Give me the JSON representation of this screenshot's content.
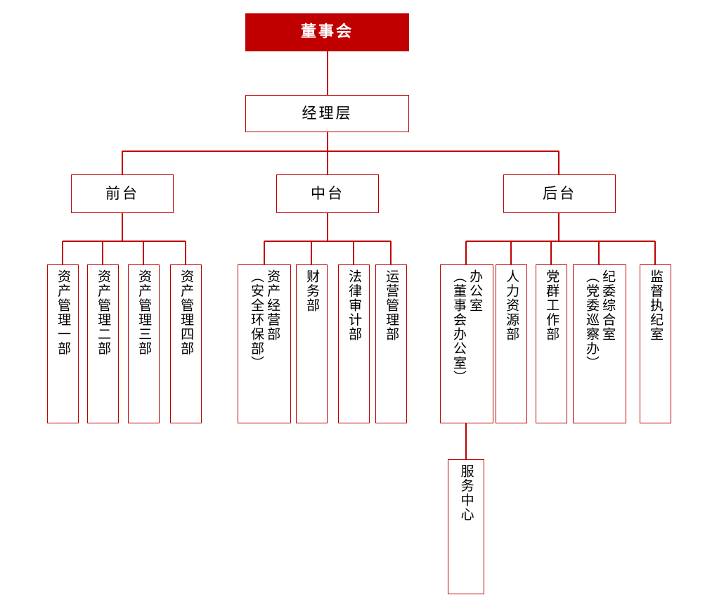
{
  "diagram": {
    "title_text": "董事会",
    "colors": {
      "accent_red": "#C00000",
      "box_border": "#C00000",
      "box_fill": "#FFFFFF",
      "root_text": "#FFFFFF",
      "node_text": "#000000",
      "background": "#FFFFFF"
    },
    "levels": {
      "root": {
        "label": "董事会"
      },
      "management": {
        "label": "经理层"
      },
      "groups": [
        {
          "label": "前台"
        },
        {
          "label": "中台"
        },
        {
          "label": "后台"
        }
      ]
    },
    "departments": {
      "front_office": [
        {
          "label": "资产管理一部"
        },
        {
          "label": "资产管理二部"
        },
        {
          "label": "资产管理三部"
        },
        {
          "label": "资产管理四部"
        }
      ],
      "middle_office": [
        {
          "label": "资产经营部\n（安全环保部）"
        },
        {
          "label": "财务部"
        },
        {
          "label": "法律审计部"
        },
        {
          "label": "运营管理部"
        }
      ],
      "back_office": [
        {
          "label": "办公室\n（董事会办公室）"
        },
        {
          "label": "人力资源部"
        },
        {
          "label": "党群工作部"
        },
        {
          "label": "纪委综合室\n（党委巡察办）"
        },
        {
          "label": "监督执纪室"
        }
      ],
      "sub_units": [
        {
          "label": "服务中心",
          "parent": "办公室（董事会办公室）"
        }
      ]
    }
  }
}
